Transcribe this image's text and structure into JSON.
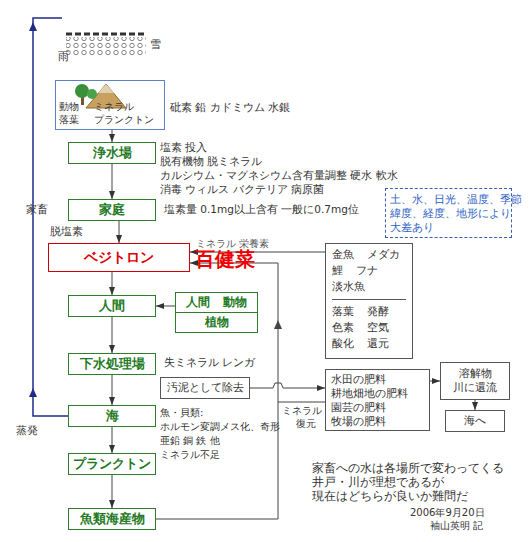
{
  "diagram": {
    "nodes": [
      {
        "text": [
          "動物 ミネラル",
          "落葉 プランクトン"
        ]
      },
      {
        "text": [
          "浄水場"
        ]
      },
      {
        "text": [
          "家庭"
        ]
      },
      {
        "text": [
          "ベジトロン"
        ]
      },
      {
        "text": [
          "人間"
        ]
      },
      {
        "text": [
          "人間 動物",
          "植物"
        ]
      },
      {
        "text": [
          "下水処理場"
        ]
      },
      {
        "text": [
          "汚泥として除去"
        ]
      },
      {
        "text": [
          "海"
        ]
      },
      {
        "text": [
          "プランクトン"
        ]
      },
      {
        "text": [
          "魚類海産物"
        ]
      },
      {
        "text": [
          "土、水、日光、温度、季節",
          "緯度、経度、地形により",
          "大差あり"
        ]
      },
      {
        "text": [
          "金魚 メダカ",
          "鯉 フナ",
          "淡水魚",
          "落葉 発酵",
          "色素 空気",
          "酸化 還元"
        ]
      },
      {
        "text": [
          "水田の肥料",
          "耕地畑地の肥料",
          "園芸の肥料",
          "牧場の肥料"
        ]
      },
      {
        "text": [
          "溶解物",
          "川に還流"
        ]
      },
      {
        "text": [
          "海へ"
        ]
      }
    ],
    "edges": [
      {
        "from": 0,
        "to": 1,
        "arrow": "to"
      },
      {
        "from": 1,
        "to": 2,
        "arrow": "to"
      },
      {
        "from": 2,
        "to": 3,
        "arrow": "to"
      },
      {
        "from": 3,
        "to": 4,
        "arrow": "to"
      },
      {
        "from": 5,
        "to": 4,
        "arrow": "to"
      },
      {
        "from": 4,
        "to": 6,
        "arrow": "to"
      },
      {
        "from": 6,
        "to": 8,
        "arrow": "to"
      },
      {
        "from": 8,
        "to": 9,
        "arrow": "to"
      },
      {
        "from": 9,
        "to": 10,
        "arrow": "to"
      },
      {
        "from": 10,
        "to": 3,
        "arrow": "to"
      },
      {
        "from": 12,
        "to": 3,
        "arrow": "to"
      },
      {
        "from": 7,
        "to": 13,
        "arrow": "to"
      },
      {
        "from": 13,
        "to": 14,
        "arrow": "to"
      },
      {
        "from": 14,
        "to": 15,
        "arrow": "to"
      }
    ],
    "labels": [
      "雨",
      "雪",
      "砒素 鉛 カドミウム 水銀",
      "塩素 投入",
      "脱有機物 脱ミネラル",
      "カルシウム・マグネシウム含有量調整 硬水 軟水",
      "消毒 ウィルス バクテリア 病原菌",
      "家畜",
      "塩素量 0.1mg以上含有 一般に0.7mg位",
      "脱塩素",
      "百健菜",
      "ミネラル 栄養素",
      "失ミネラル レンガ",
      "魚・貝類:",
      "ホルモン変調メス化、奇形",
      "亜鉛 銅 鉄 他",
      "ミネラル不足",
      "ミネラル",
      "復元",
      "蒸発",
      "家畜への水は各場所で変わってくる",
      "井戸・川が理想であるが",
      "現在はどちらが良いか難問だ",
      "2006年9月20日",
      "袖山英明 記"
    ]
  }
}
